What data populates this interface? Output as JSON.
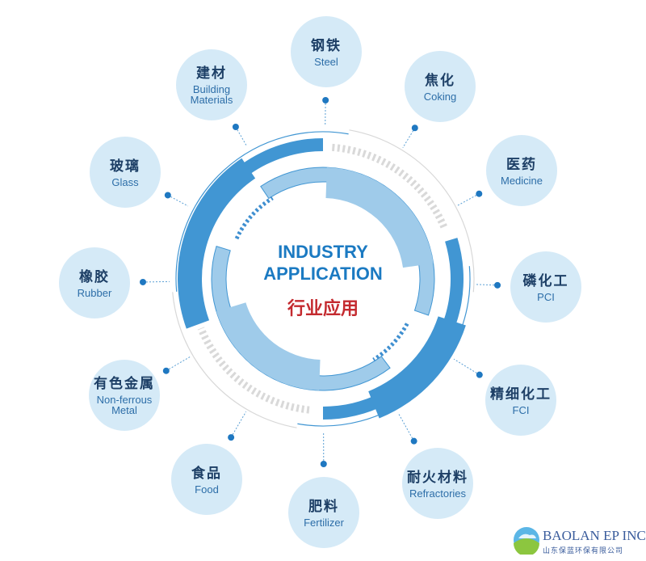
{
  "center": {
    "title_line1": "INDUSTRY",
    "title_line2": "APPLICATION",
    "title_zh": "行业应用"
  },
  "industries": [
    {
      "zh": "钢铁",
      "en": "Steel"
    },
    {
      "zh": "焦化",
      "en": "Coking"
    },
    {
      "zh": "医药",
      "en": "Medicine"
    },
    {
      "zh": "磷化工",
      "en": "PCI"
    },
    {
      "zh": "精细化工",
      "en": "FCI"
    },
    {
      "zh": "耐火材料",
      "en": "Refractories"
    },
    {
      "zh": "肥料",
      "en": "Fertilizer"
    },
    {
      "zh": "食品",
      "en": "Food"
    },
    {
      "zh": "有色金属",
      "en": "Non-ferrous Metal"
    },
    {
      "zh": "橡胶",
      "en": "Rubber"
    },
    {
      "zh": "玻璃",
      "en": "Glass"
    },
    {
      "zh": "建材",
      "en": "Building Materials"
    }
  ],
  "logo": {
    "name": "BAOLAN EP INC.",
    "name_zh": "山东保蓝环保有限公司"
  },
  "colors": {
    "dark_blue": "#4196d3",
    "light_blue": "#9fcbea",
    "node_bg": "#d5eaf7",
    "title_blue": "#1b7ac2",
    "title_red": "#c42a2f"
  }
}
